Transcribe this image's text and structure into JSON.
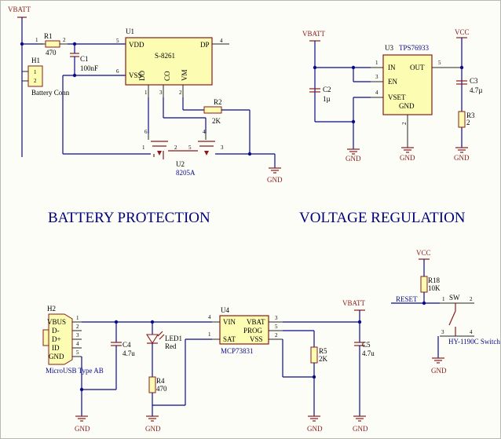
{
  "section_titles": {
    "battery_protection": "BATTERY PROTECTION",
    "voltage_regulation": "VOLTAGE REGULATION"
  },
  "power_nets": {
    "vbatt": "VBATT",
    "vcc": "VCC",
    "gnd": "GND"
  },
  "components": {
    "h1": {
      "ref": "H1",
      "label": "Battery Conn",
      "pins": [
        "1",
        "2"
      ]
    },
    "r1": {
      "ref": "R1",
      "value": "470",
      "pins": [
        "1",
        "2"
      ]
    },
    "c1": {
      "ref": "C1",
      "value": "100nF"
    },
    "u1": {
      "ref": "U1",
      "part": "S-8261",
      "pins": {
        "vdd": "VDD",
        "vss": "VSS",
        "dp": "DP",
        "do": "DO",
        "co": "CO",
        "vm": "VM"
      },
      "pin_numbers": {
        "vdd": "5",
        "vss": "6",
        "dp": "4",
        "do": "1",
        "co": "3",
        "vm": "2"
      }
    },
    "r2": {
      "ref": "R2",
      "value": "2K"
    },
    "u2": {
      "ref": "U2",
      "part": "8205A",
      "pin_numbers": [
        "1",
        "2",
        "6",
        "5",
        "4",
        "3"
      ]
    },
    "u3": {
      "ref": "U3",
      "part": "TPS76933",
      "pins": {
        "in": "IN",
        "en": "EN",
        "vset": "VSET",
        "gnd": "GND",
        "out": "OUT"
      },
      "pin_numbers": {
        "in": "1",
        "en": "3",
        "vset": "4",
        "gnd": "2",
        "out": "5"
      }
    },
    "c2": {
      "ref": "C2",
      "value": "1µ"
    },
    "c3": {
      "ref": "C3",
      "value": "4.7µ"
    },
    "r3": {
      "ref": "R3",
      "value": "2"
    },
    "h2": {
      "ref": "H2",
      "label": "MicroUSB Type AB",
      "pins": [
        "VBUS",
        "D-",
        "D+",
        "ID",
        "GND"
      ],
      "pin_numbers": [
        "1",
        "2",
        "3",
        "4",
        "5"
      ]
    },
    "c4": {
      "ref": "C4",
      "value": "4.7u"
    },
    "led1": {
      "ref": "LED1",
      "value": "Red"
    },
    "r4": {
      "ref": "R4",
      "value": "470"
    },
    "u4": {
      "ref": "U4",
      "part": "MCP73831",
      "pins": {
        "vin": "VIN",
        "sat": "SAT",
        "vbat": "VBAT",
        "prog": "PROG",
        "vss": "VSS"
      },
      "pin_numbers": {
        "vin": "4",
        "sat": "1",
        "vbat": "3",
        "prog": "5",
        "vss": "2"
      }
    },
    "r5": {
      "ref": "R5",
      "value": "2K"
    },
    "c5": {
      "ref": "C5",
      "value": "4.7u"
    },
    "r18": {
      "ref": "R18",
      "value": "10K"
    },
    "sw": {
      "ref": "SW",
      "part": "HY-1190C Switch",
      "net": "RESET",
      "pin_numbers": [
        "1",
        "2",
        "3",
        "4"
      ]
    }
  }
}
